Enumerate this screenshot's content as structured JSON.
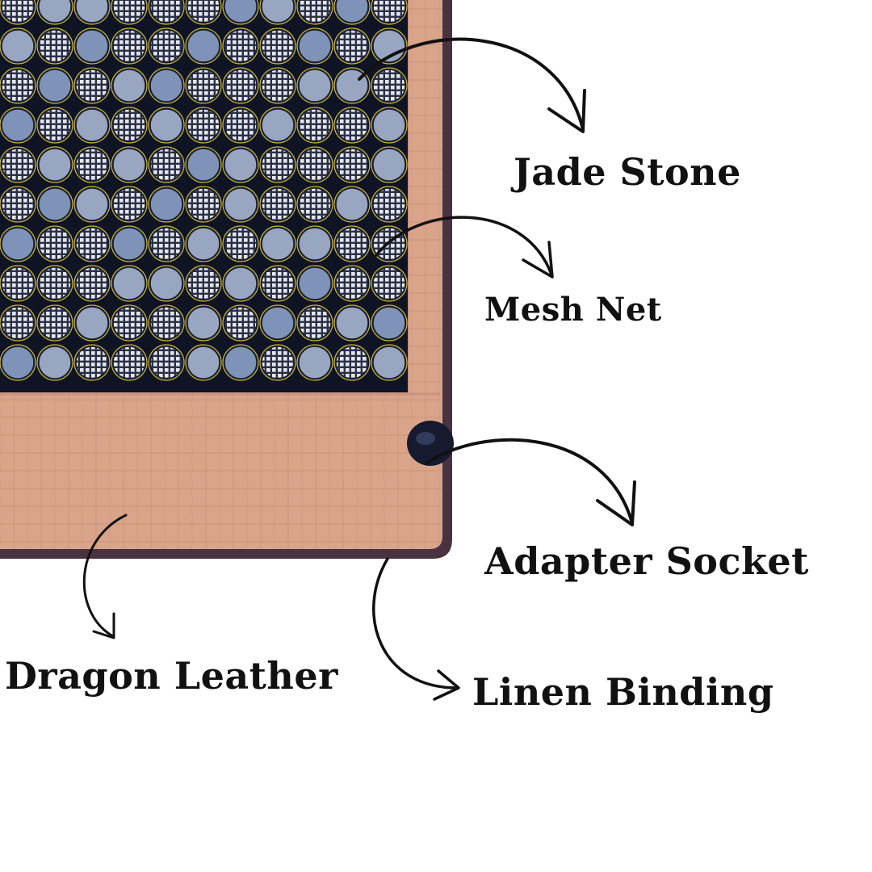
{
  "labels": {
    "jade_stone": "Jade Stone",
    "mesh_net": "Mesh Net",
    "adapter_socket": "Adapter Socket",
    "dragon_leather": "Dragon Leather",
    "linen_binding": "Linen Binding"
  },
  "colors": {
    "background": "#ffffff",
    "leather": "#d9a48a",
    "leather_dark": "#c08a72",
    "binding": "#4a3340",
    "mesh_base": "#0f1424",
    "stone_blue": "#7f93b8",
    "stone_gray": "#b9bec9",
    "stone_rim": "#c9b43a",
    "socket": "#151a2e",
    "arrow": "#111111",
    "text": "#111111"
  }
}
